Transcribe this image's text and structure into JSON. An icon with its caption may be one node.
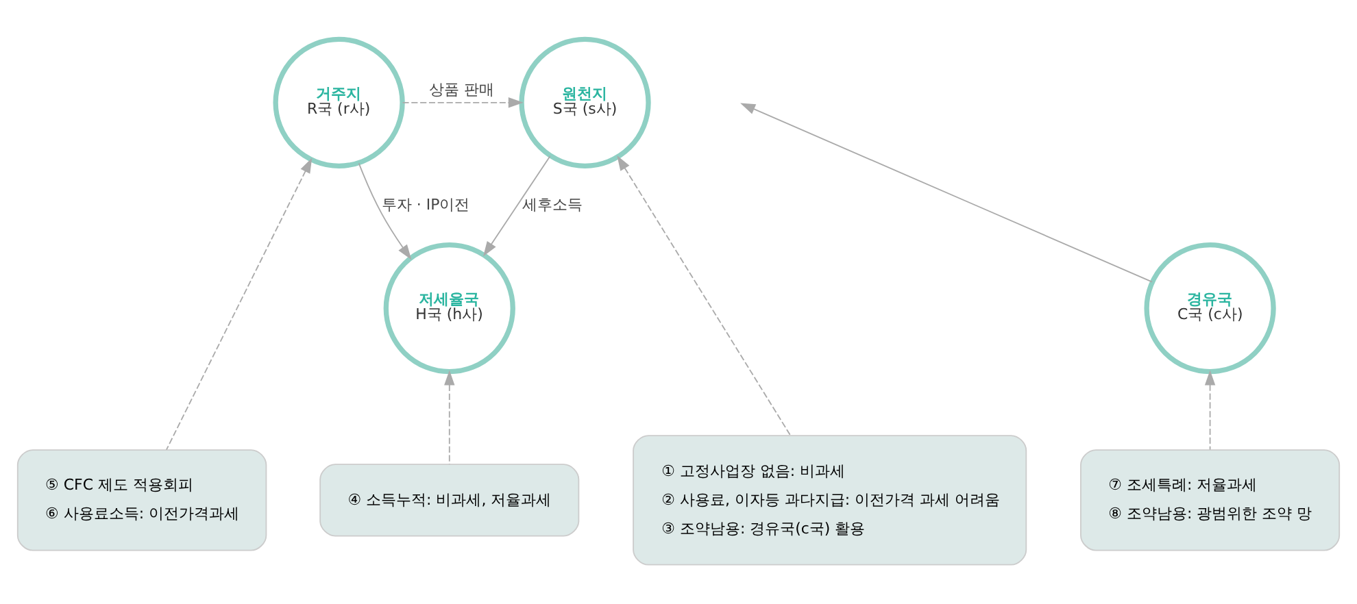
{
  "diagram": {
    "nodes": [
      {
        "text": [
          "거주지",
          "R국 (r사)"
        ]
      },
      {
        "text": [
          "원천지",
          "S국 (s사)"
        ]
      },
      {
        "text": [
          "저세율국",
          "H국 (h사)"
        ]
      },
      {
        "text": [
          "경유국",
          "C국 (c사)"
        ]
      },
      {
        "text": [
          "⑤ CFC 제도 적용회피",
          "⑥ 사용료소득: 이전가격과세"
        ]
      },
      {
        "text": [
          "④ 소득누적: 비과세, 저율과세"
        ]
      },
      {
        "text": [
          "⑦ 조세특례: 저율과세",
          "⑧ 조약남용: 광범위한 조약 망"
        ]
      },
      {
        "text": [
          "① 고정사업장 없음: 비과세",
          "② 사용료, 이자등 과다지급: 이전가격 과세 어려움",
          "③ 조약남용: 경유국(c국) 활용"
        ]
      }
    ],
    "edges": [
      {
        "from": 0,
        "to": 1,
        "arrow": "to",
        "label": "상품 판매",
        "style": "dashed"
      },
      {
        "from": 0,
        "to": 2,
        "arrow": "to",
        "label": "투자 · IP이전"
      },
      {
        "from": 1,
        "to": 2,
        "arrow": "to",
        "label": "세후소득"
      },
      {
        "from": 3,
        "to": null,
        "arrow": "to"
      },
      {
        "from": 4,
        "to": 0,
        "arrow": "to",
        "style": "dashed"
      },
      {
        "from": 5,
        "to": 2,
        "arrow": "to",
        "style": "dashed"
      },
      {
        "from": 6,
        "to": 3,
        "arrow": "to",
        "style": "dashed"
      },
      {
        "from": 7,
        "to": 1,
        "arrow": "to",
        "style": "dashed"
      }
    ]
  }
}
